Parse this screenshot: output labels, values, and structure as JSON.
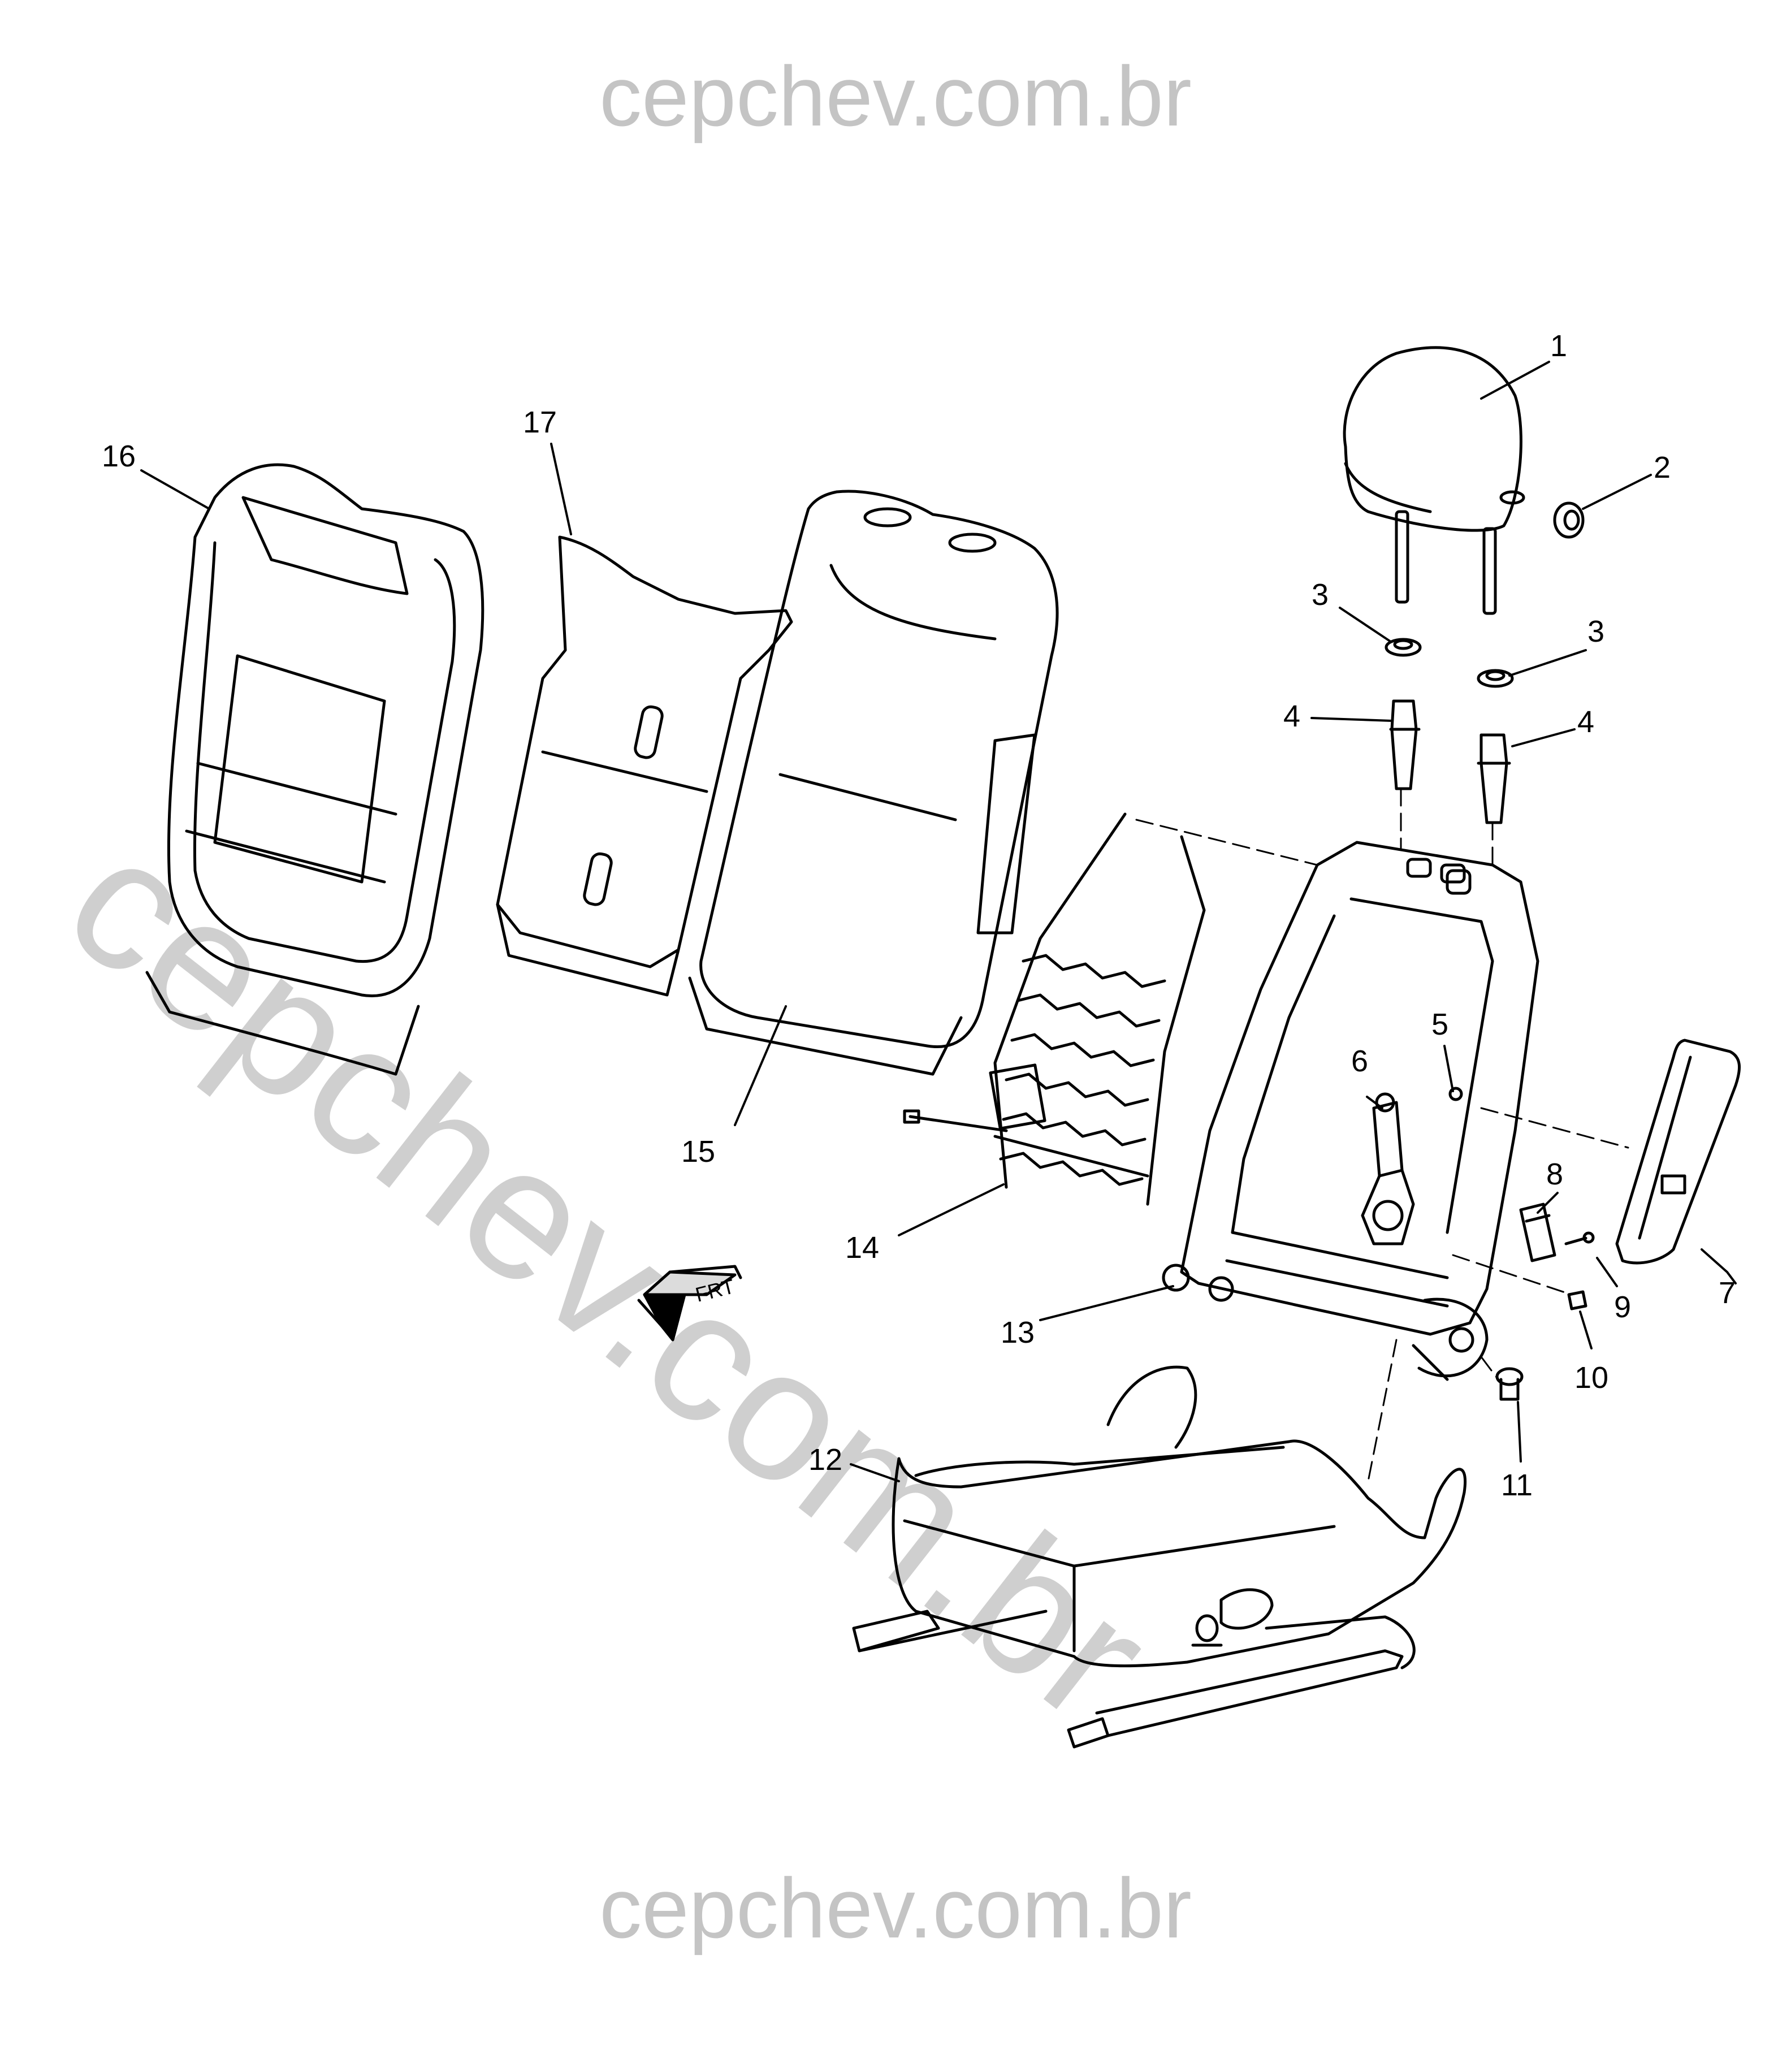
{
  "watermark": {
    "top": "cepchev.com.br",
    "bottom": "cepchev.com.br",
    "diagonal": "cepchev.com.br"
  },
  "callouts": {
    "c1": "1",
    "c2": "2",
    "c3a": "3",
    "c3b": "3",
    "c4a": "4",
    "c4b": "4",
    "c5": "5",
    "c6": "6",
    "c7": "7",
    "c8": "8",
    "c9": "9",
    "c10": "10",
    "c11": "11",
    "c12": "12",
    "c13": "13",
    "c14": "14",
    "c15": "15",
    "c16": "16",
    "c17": "17"
  },
  "front_arrow": {
    "label": "FRT"
  }
}
